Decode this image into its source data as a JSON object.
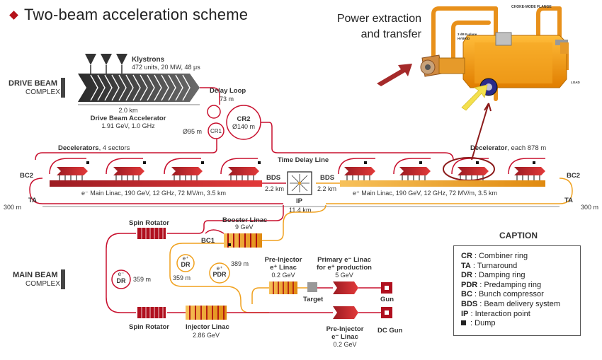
{
  "title": "Two-beam acceleration scheme",
  "power": {
    "line1": "Power extraction",
    "line2": "and transfer"
  },
  "labels": {
    "drive_beam": "DRIVE BEAM",
    "drive_complex": "COMPLEX",
    "klystrons": "Klystrons",
    "klystrons_spec": "472 units, 20 MW, 48 μs",
    "drive_len": "2.0 km",
    "dba": "Drive Beam Accelerator",
    "dba_spec": "1.91 GeV, 1.0 GHz",
    "delay_loop": "Delay Loop",
    "delay_loop_len": "73 m",
    "cr1": "CR1",
    "cr1_d": "Ø95 m",
    "cr2": "CR2",
    "cr2_d": "Ø140 m",
    "decel_left": "Decelerators",
    "decel_left_n": ", 4 sectors",
    "decel_right": "Decelerator",
    "decel_right_n": ", each 878 m",
    "tdl": "Time Delay Line",
    "bc2_left": "BC2",
    "bc2_right": "BC2",
    "bds_left": "BDS",
    "bds_right": "BDS",
    "bds_len_left": "2.2 km",
    "bds_len_right": "2.2 km",
    "ip": "IP",
    "linac_e_minus": "e⁻ Main Linac, 190 GeV, 12 GHz, 72 MV/m, 3.5 km",
    "linac_e_plus": "e⁺ Main Linac, 190 GeV, 12 GHz, 72 MV/m, 3.5 km",
    "ta_left": "TA",
    "ta_right": "TA",
    "ta_len_left": "300 m",
    "ta_len_right": "300 m",
    "total_len": "11.4 km",
    "main_beam": "MAIN BEAM",
    "main_complex": "COMPLEX",
    "spin_rot_top": "Spin Rotator",
    "spin_rot_bottom": "Spin Rotator",
    "booster": "Booster Linac",
    "booster_e": "9 GeV",
    "bc1": "BC1",
    "dr_minus_sym": "e⁻",
    "dr_minus": "DR",
    "dr_minus_len": "359 m",
    "dr_plus_sym": "e⁺",
    "dr_plus": "DR",
    "dr_plus_len": "359 m",
    "pdr_sym": "e⁺",
    "pdr": "PDR",
    "pdr_len": "389 m",
    "pre_inj_plus_1": "Pre-Injector",
    "pre_inj_plus_2": "e⁺ Linac",
    "pre_inj_plus_e": "0.2 GeV",
    "primary_1": "Primary e⁻ Linac",
    "primary_2": "for e⁺ production",
    "primary_e": "5 GeV",
    "target": "Target",
    "gun": "Gun",
    "injector": "Injector Linac",
    "injector_e": "2.86 GeV",
    "pre_inj_minus_1": "Pre-Injector",
    "pre_inj_minus_2": "e⁻ Linac",
    "pre_inj_minus_e": "0.2 GeV",
    "dc_gun": "DC Gun",
    "choke": "CHOKE-MODE FLANGE",
    "hybrid_1": "3 dB E-plane",
    "hybrid_2": "HYBRID",
    "load": "LOAD"
  },
  "caption": {
    "title": "CAPTION",
    "rows": [
      {
        "abbr": "CR",
        "text": " : Combiner ring"
      },
      {
        "abbr": "TA",
        "text": " : Turnaround"
      },
      {
        "abbr": "DR",
        "text": " : Damping ring"
      },
      {
        "abbr": "PDR",
        "text": " : Predamping ring"
      },
      {
        "abbr": "BC",
        "text": " : Bunch compressor"
      },
      {
        "abbr": "BDS",
        "text": " : Beam delivery system"
      },
      {
        "abbr": "IP",
        "text": " : Interaction point"
      }
    ],
    "dump": " : Dump"
  },
  "colors": {
    "drive_red": "#c8102e",
    "dark_red": "#9c1b22",
    "positron_orange": "#f0a11e",
    "klystron_gray": "#3c3c3c",
    "structure_orange": "#f5a623",
    "arrow_red": "#b02a2a",
    "arrow_yellow": "#f4e04d"
  }
}
